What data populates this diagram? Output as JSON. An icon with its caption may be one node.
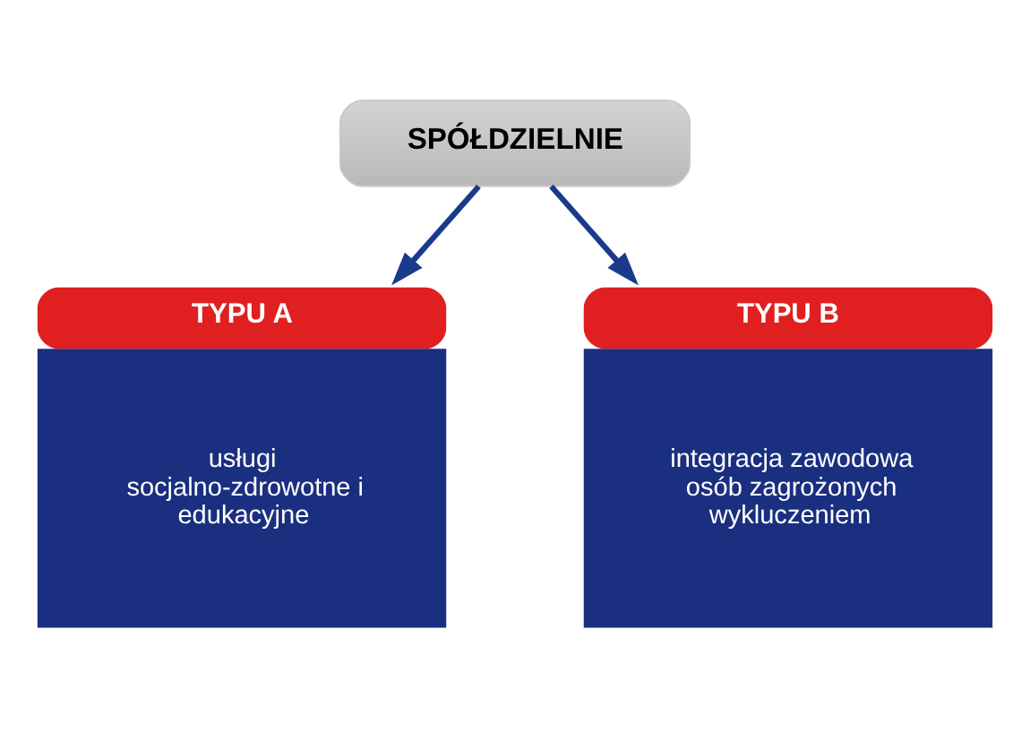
{
  "diagram": {
    "nodes": [
      {
        "text": [
          "SPÓŁDZIELNIE"
        ]
      },
      {
        "text": [
          "TYPU A",
          "usługi socjalno-zdrowotne i edukacyjne"
        ]
      },
      {
        "text": [
          "TYPU B",
          "integracja zawodowa osób zagrożonych wykluczeniem"
        ]
      }
    ],
    "edges": [
      {
        "from": 0,
        "to": 1,
        "arrow": "to"
      },
      {
        "from": 0,
        "to": 2,
        "arrow": "to"
      }
    ]
  }
}
